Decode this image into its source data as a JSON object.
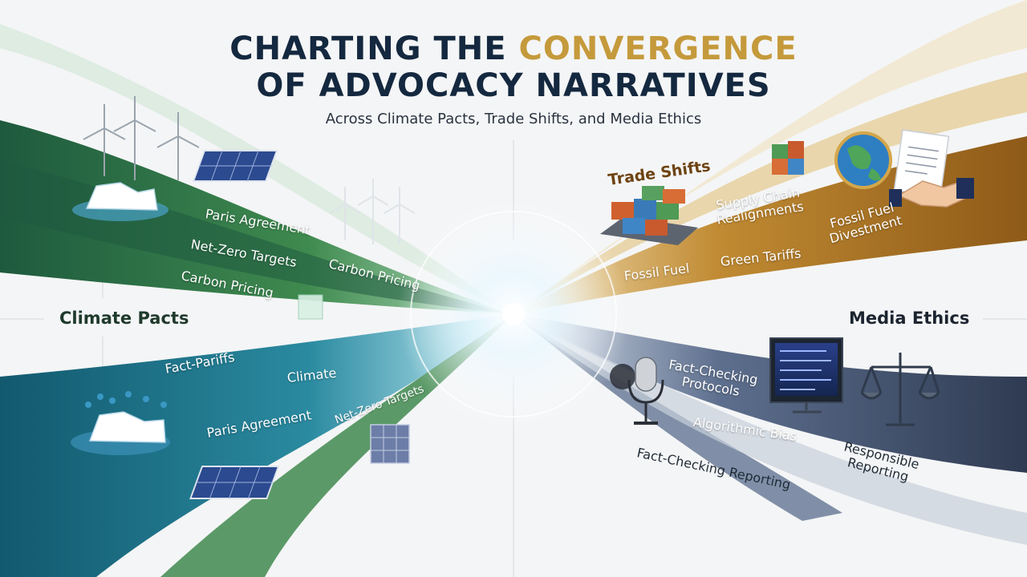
{
  "title": {
    "line1_part1": "CHARTING THE ",
    "line1_part2": "CONVERGENCE",
    "line2": "OF ADVOCACY NARRATIVES",
    "subtitle": "Across Climate Pacts, Trade Shifts, and Media Ethics"
  },
  "sections": {
    "climate": "Climate Pacts",
    "trade": "Trade Shifts",
    "media": "Media Ethics"
  },
  "labels": {
    "climate_upper": [
      "Paris Agreement",
      "Net-Zero Targets",
      "Carbon Pricing",
      "Carbon Pricing"
    ],
    "climate_lower": [
      "Fact-Pariffs",
      "Climate",
      "Paris Agreement",
      "Net-Zero Targets"
    ],
    "trade": {
      "supply_chain": [
        "Supply Chain",
        "Realignments"
      ],
      "fossil_fuel_divestment": [
        "Fossil Fuel",
        "Divestment"
      ],
      "fossil_fuel": "Fossil Fuel",
      "green_tariffs": "Green Tariffs"
    },
    "media": {
      "fact_checking_protocols": [
        "Fact-Checking",
        "Protocols"
      ],
      "algorithmic_bias": "Algorithmic Bias",
      "responsible_reporting": [
        "Responsible",
        "Reporting"
      ],
      "fact_checking_reporting": "Fact-Checking Reporting"
    }
  },
  "icons": [
    "wind-turbine-icon",
    "solar-panel-icon",
    "iceberg-icon",
    "cube-icon",
    "water-drop-icon",
    "shipping-containers-icon",
    "globe-icon",
    "document-icon",
    "handshake-icon",
    "microphone-icon",
    "news-monitor-icon",
    "scales-icon"
  ],
  "colors": {
    "navy": "#14283f",
    "gold": "#c59a3c",
    "climate_green": "#3f8a4f",
    "climate_teal": "#2a8aa0",
    "trade_brown": "#a8701f",
    "media_slate": "#4a5a78"
  }
}
